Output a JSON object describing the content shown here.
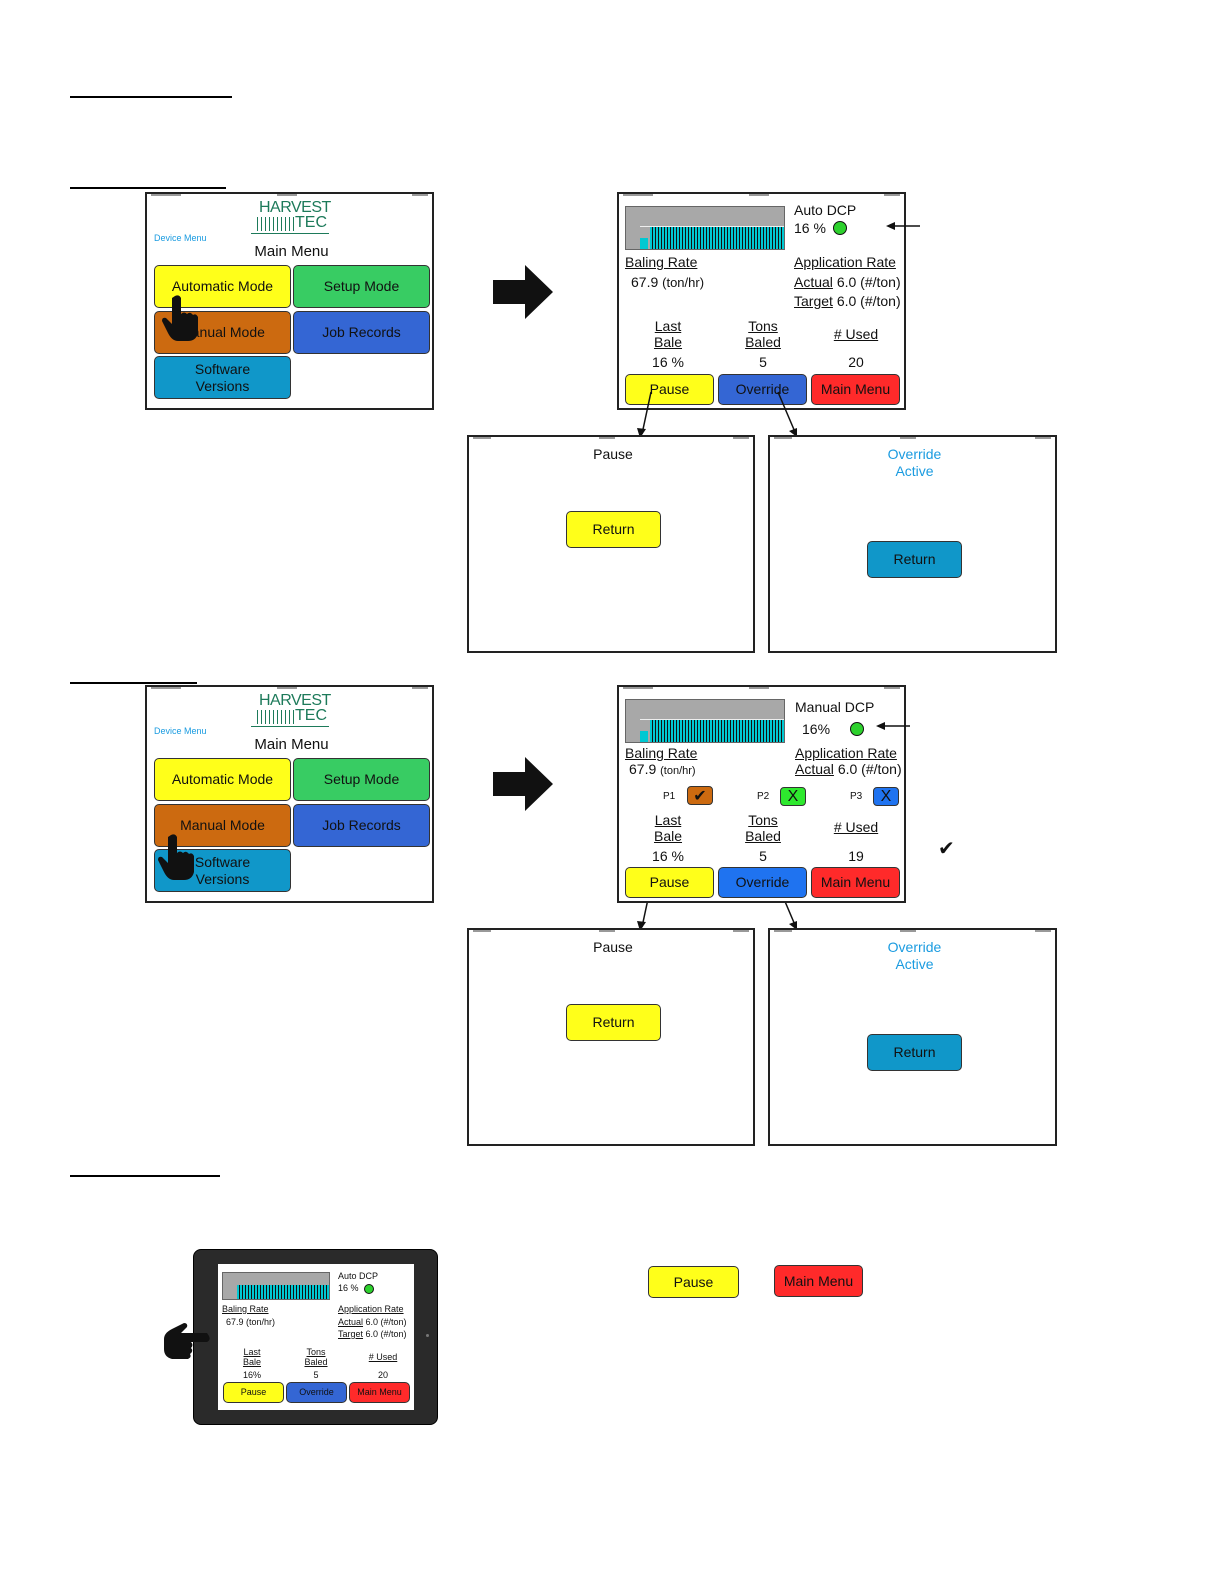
{
  "menu": {
    "logo_line1": "HARVEST",
    "logo_line2": "TEC",
    "device_menu": "Device Menu",
    "title": "Main Menu",
    "buttons": {
      "automatic": "Automatic Mode",
      "setup": "Setup Mode",
      "manual": "Manual Mode",
      "job_records": "Job Records",
      "software_line1": "Software",
      "software_line2": "Versions"
    }
  },
  "auto_screen": {
    "mode_label": "Auto DCP",
    "moisture": "16 %",
    "baling_rate_label": "Baling Rate",
    "baling_rate_value": "67.9",
    "baling_rate_unit": "(ton/hr)",
    "app_rate_label": "Application Rate",
    "actual_label": "Actual",
    "actual_value": "6.0 (#/ton)",
    "target_label": "Target",
    "target_value": "6.0 (#/ton)",
    "last_bale_label1": "Last",
    "last_bale_label2": "Bale",
    "tons_label1": "Tons",
    "tons_label2": "Baled",
    "used_label": "# Used",
    "last_bale_value": "16 %",
    "tons_value": "5",
    "used_value": "20",
    "pause_label": "Pause",
    "override_label": "Override",
    "main_menu_label": "Main Menu"
  },
  "manual_screen": {
    "mode_label": "Manual DCP",
    "moisture": "16%",
    "baling_rate_label": "Baling Rate",
    "baling_rate_value": "67.9",
    "baling_rate_unit": "(ton/hr)",
    "app_rate_label": "Application Rate",
    "actual_label": "Actual",
    "actual_value": "6.0 (#/ton)",
    "p1_label": "P1",
    "p1_state": "✔",
    "p2_label": "P2",
    "p2_state": "X",
    "p3_label": "P3",
    "p3_state": "X",
    "last_bale_label1": "Last",
    "last_bale_label2": "Bale",
    "tons_label1": "Tons",
    "tons_label2": "Baled",
    "used_label": "# Used",
    "last_bale_value": "16 %",
    "tons_value": "5",
    "used_value": "19",
    "pause_label": "Pause",
    "override_label": "Override",
    "main_menu_label": "Main Menu"
  },
  "pause_screen": {
    "title": "Pause",
    "return_label": "Return"
  },
  "override_screen": {
    "title_line1": "Override",
    "title_line2": "Active",
    "return_label": "Return"
  },
  "side_check": "✔",
  "tablet": {
    "mode_label": "Auto DCP",
    "moisture": "16 %",
    "baling_rate_label": "Baling Rate",
    "baling_rate_value": "67.9 (ton/hr)",
    "app_rate_label": "Application Rate",
    "actual_label": "Actual",
    "actual_value": "6.0 (#/ton)",
    "target_label": "Target",
    "target_value": "6.0 (#/ton)",
    "last_bale_label1": "Last",
    "last_bale_label2": "Bale",
    "tons_label1": "Tons",
    "tons_label2": "Baled",
    "used_label": "# Used",
    "last_bale_value": "16%",
    "tons_value": "5",
    "used_value": "20",
    "pause_label": "Pause",
    "override_label": "Override",
    "main_menu_label": "Main Menu"
  },
  "legend_buttons": {
    "pause": "Pause",
    "main_menu": "Main Menu"
  },
  "colors": {
    "yellow": "#ffff1a",
    "green": "#38cc63",
    "orange": "#cc6a10",
    "blue": "#3466d4",
    "cyan": "#1097c9",
    "red": "#ff2a2a",
    "logo": "#1d7a5a"
  }
}
